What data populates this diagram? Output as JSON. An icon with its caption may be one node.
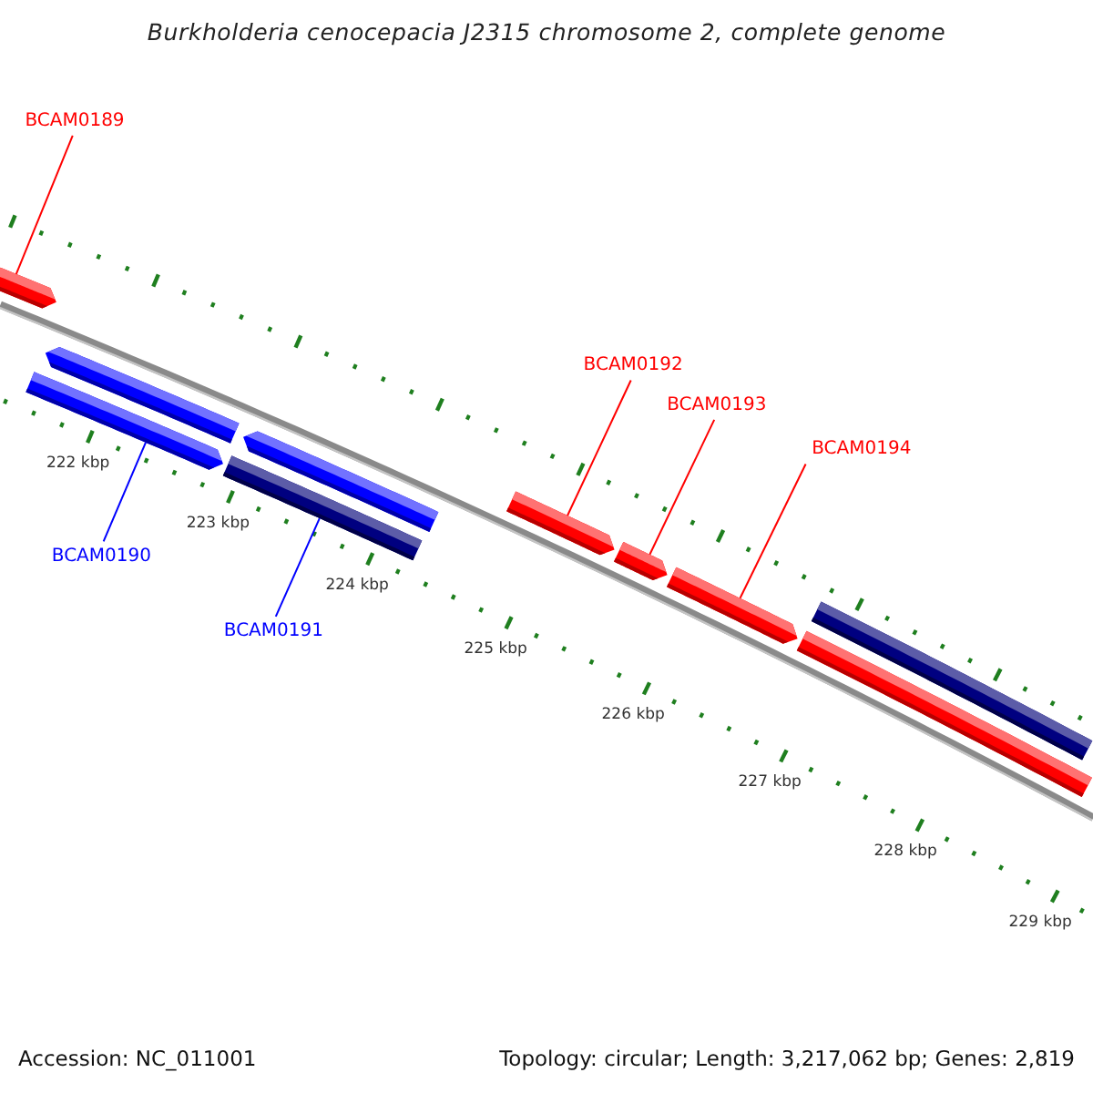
{
  "diagram": {
    "title": "Burkholderia cenocepacia J2315 chromosome 2, complete genome",
    "nodes": [
      {
        "text": [
          "BCAM0189"
        ]
      },
      {
        "text": [],
        "shape": "arrow"
      },
      {
        "text": [],
        "shape": "arrow"
      },
      {
        "text": [],
        "shape": "arrow"
      },
      {
        "text": [],
        "shape": "arrow"
      },
      {
        "text": [],
        "shape": "bar"
      },
      {
        "text": [
          "BCAM0192"
        ]
      },
      {
        "text": [
          "BCAM0193"
        ]
      },
      {
        "text": [
          "BCAM0194"
        ]
      },
      {
        "text": [],
        "shape": "arrow"
      },
      {
        "text": [],
        "shape": "arrow"
      },
      {
        "text": [],
        "shape": "arrow"
      },
      {
        "text": [],
        "shape": "bar"
      },
      {
        "text": [],
        "shape": "bar"
      },
      {
        "text": [
          "BCAM0190"
        ]
      },
      {
        "text": [
          "BCAM0191"
        ]
      }
    ],
    "edges": [
      {
        "from": 0,
        "to": 1,
        "arrow": "none"
      },
      {
        "from": 6,
        "to": 9,
        "arrow": "none"
      },
      {
        "from": 7,
        "to": 10,
        "arrow": "none"
      },
      {
        "from": 8,
        "to": 11,
        "arrow": "none"
      },
      {
        "from": 14,
        "to": 3,
        "arrow": "none",
        "color": "#0000ff"
      },
      {
        "from": 15,
        "to": 5,
        "arrow": "none",
        "color": "#0000ff"
      }
    ],
    "labels": [
      "222 kbp",
      "223 kbp",
      "224 kbp",
      "225 kbp",
      "226 kbp",
      "227 kbp",
      "228 kbp",
      "229 kbp",
      "Accession: NC_011001",
      "Topology: circular; Length: 3,217,062 bp; Genes: 2,819"
    ]
  }
}
